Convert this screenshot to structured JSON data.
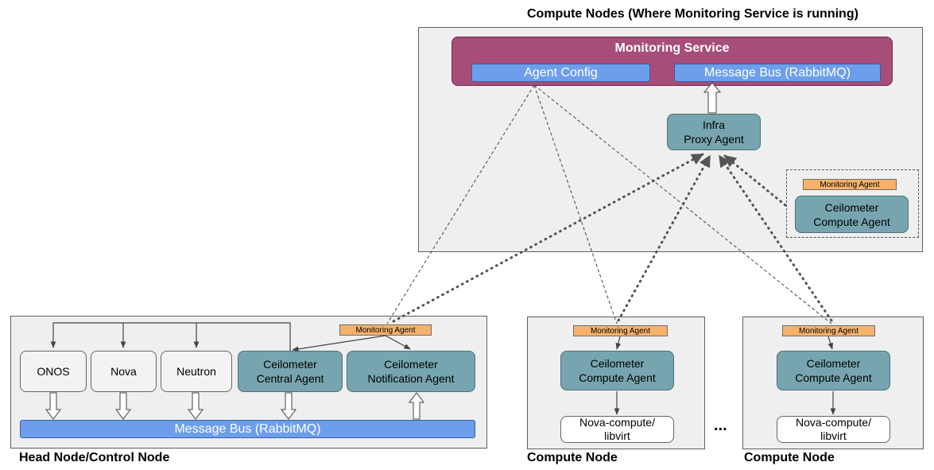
{
  "compute_main": {
    "caption": "Compute Nodes (Where Monitoring Service is running)",
    "monitoring_service": {
      "title": "Monitoring Service",
      "agent_config": "Agent Config",
      "message_bus": "Message Bus (RabbitMQ)"
    },
    "infra_proxy_agent": "Infra\nProxy Agent",
    "monitoring_agent": "Monitoring Agent",
    "ceilometer_compute_agent": "Ceilometer\nCompute Agent"
  },
  "head_node": {
    "caption": "Head Node/Control Node",
    "monitoring_agent": "Monitoring Agent",
    "onos": "ONOS",
    "nova": "Nova",
    "neutron": "Neutron",
    "central_agent": "Ceilometer\nCentral Agent",
    "notification_agent": "Ceilometer\nNotification Agent",
    "message_bus": "Message Bus (RabbitMQ)"
  },
  "compute_nodes": [
    {
      "caption": "Compute Node",
      "monitoring_agent": "Monitoring Agent",
      "ceilometer_compute_agent": "Ceilometer\nCompute Agent",
      "nova_compute": "Nova-compute/\nlibvirt"
    },
    {
      "caption": "Compute Node",
      "monitoring_agent": "Monitoring Agent",
      "ceilometer_compute_agent": "Ceilometer\nCompute Agent",
      "nova_compute": "Nova-compute/\nlibvirt"
    }
  ],
  "ellipsis": "...",
  "colors": {
    "panel": "#efefef",
    "teal": "#76a5af",
    "orange": "#f6b26b",
    "blue": "#6d9eeb",
    "magenta": "#a64d79"
  }
}
